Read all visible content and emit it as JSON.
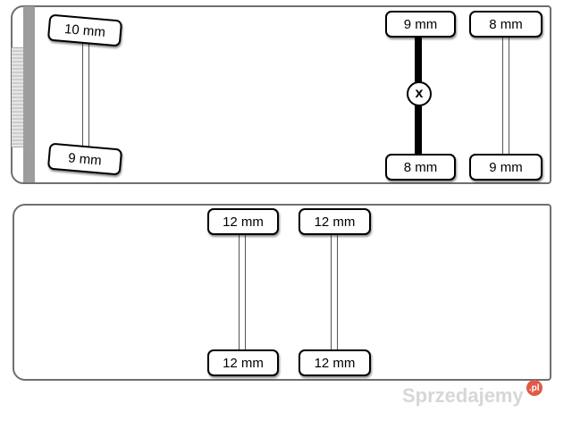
{
  "truck": {
    "front_axle": {
      "upper_tyre": "10 mm",
      "lower_tyre": "9 mm"
    },
    "drive_axle": {
      "upper_tyre": "9 mm",
      "lower_tyre": "8 mm",
      "marker": "x"
    },
    "rear_axle": {
      "upper_tyre": "8 mm",
      "lower_tyre": "9 mm"
    }
  },
  "trailer": {
    "axle_1": {
      "upper_tyre": "12 mm",
      "lower_tyre": "12 mm"
    },
    "axle_2": {
      "upper_tyre": "12 mm",
      "lower_tyre": "12 mm"
    }
  },
  "watermark": {
    "text": "Sprzedajemy",
    "badge": ".pl"
  },
  "colors": {
    "outline": "#6f6f6f",
    "drive_axle": "#000000",
    "watermark_badge": "#e05a47"
  }
}
